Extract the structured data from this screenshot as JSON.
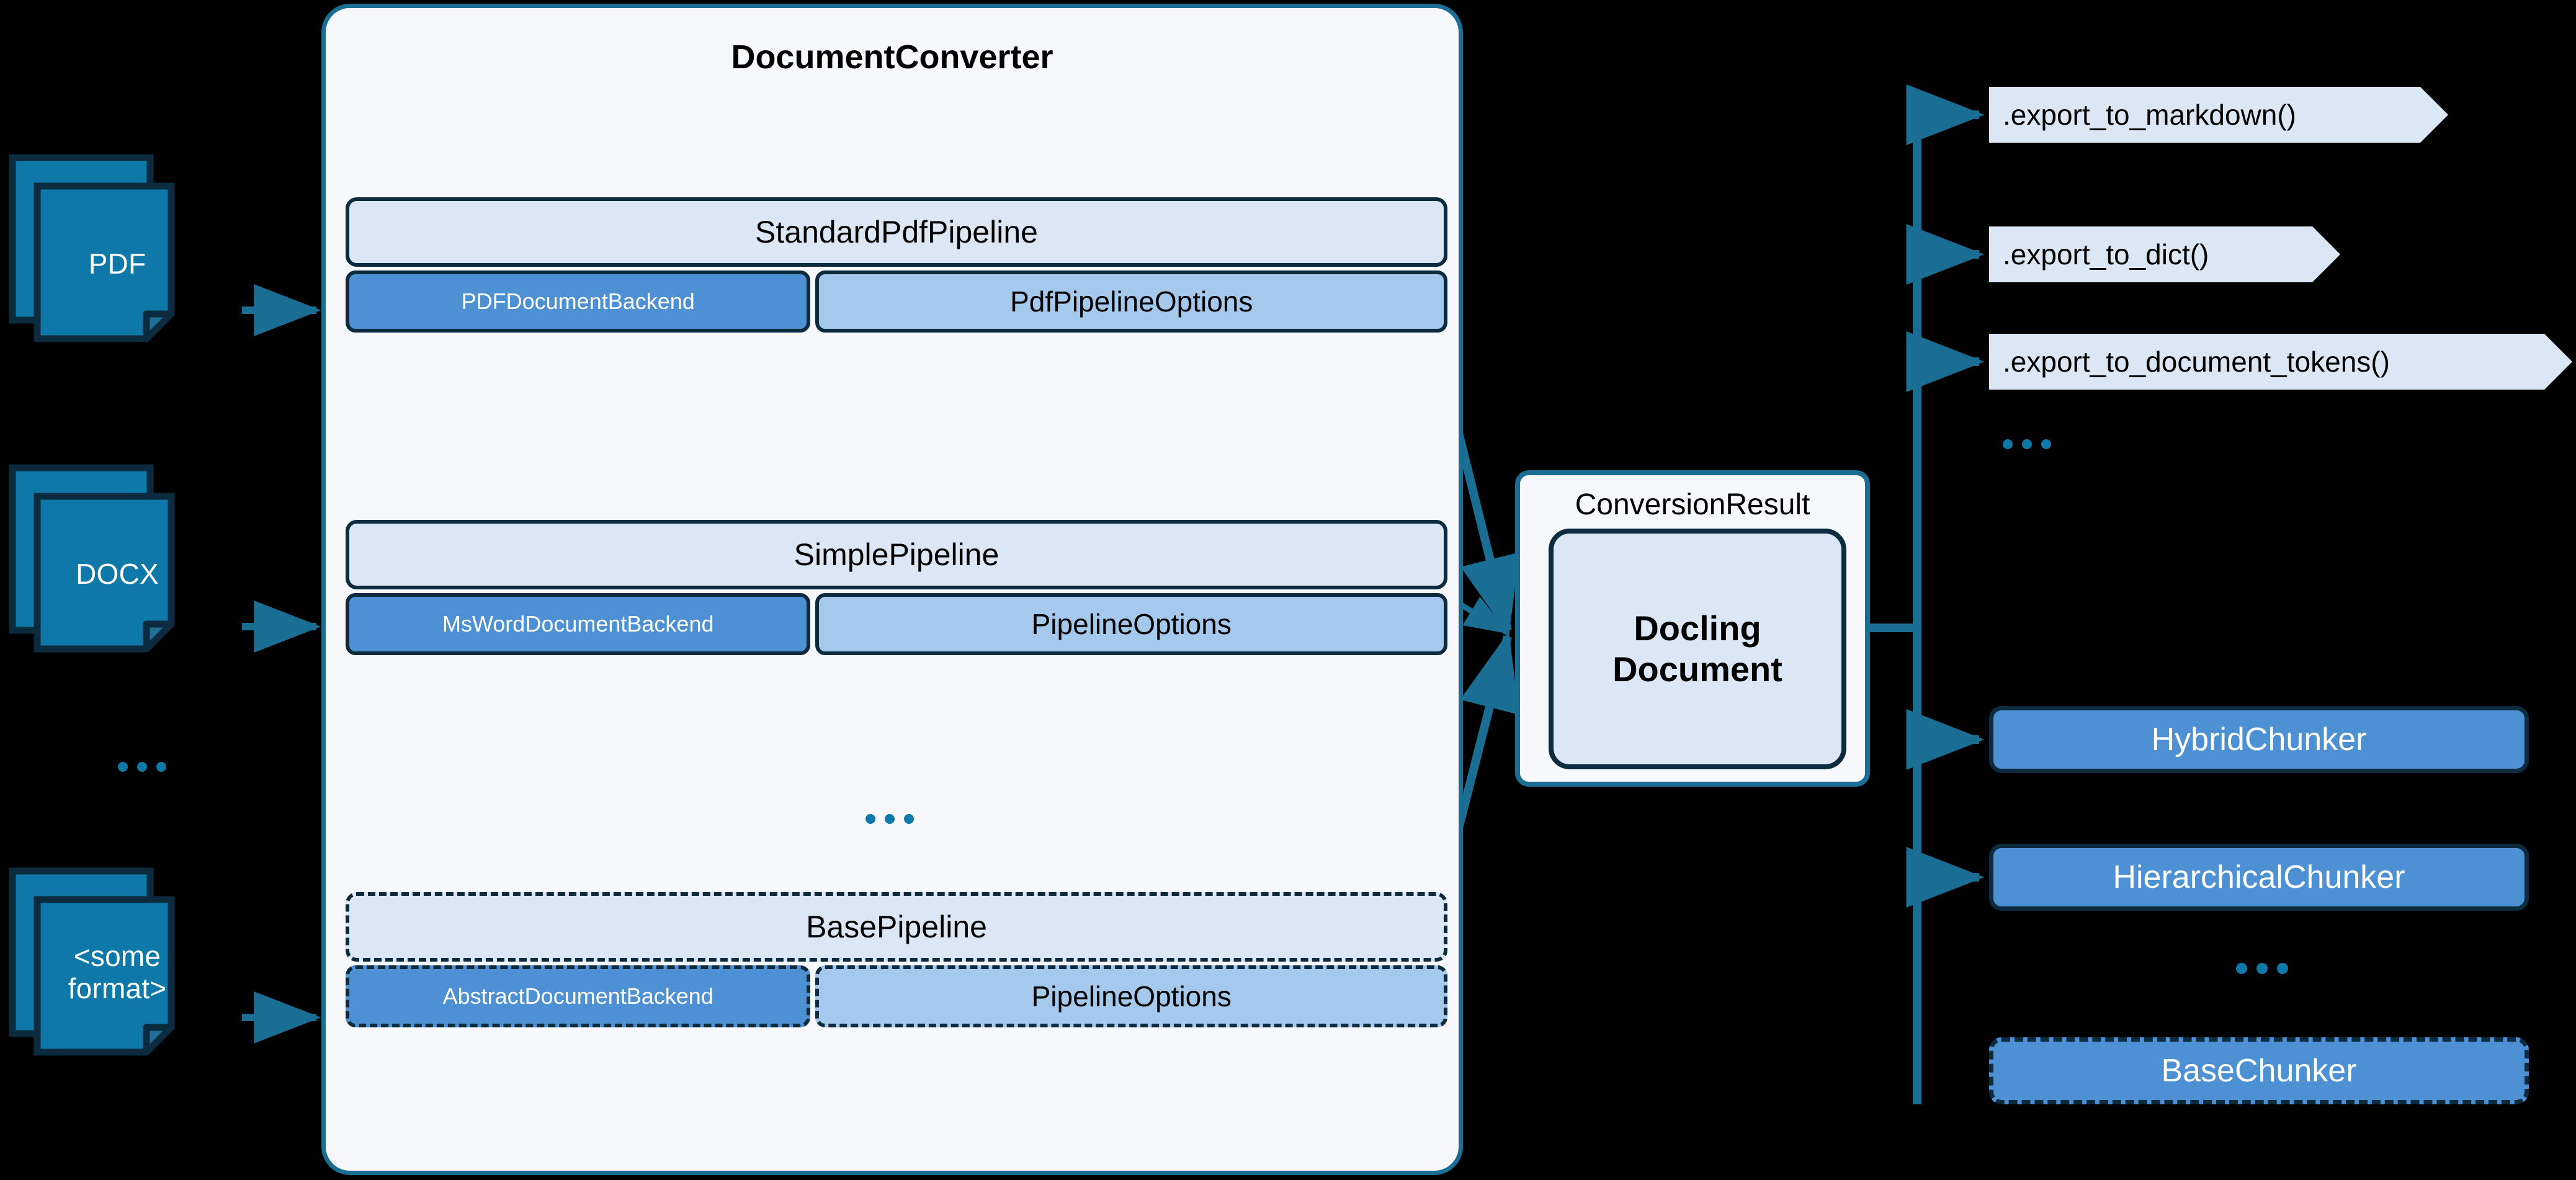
{
  "diagram": {
    "title": "Docling architecture",
    "colors": {
      "background": "#000000",
      "converter_fill": "#f7f8fc",
      "converter_border": "#1a6e94",
      "pipeline_fill": "#dbe7f5",
      "backend_fill": "#4e90d4",
      "options_fill": "#a5c9ec",
      "doc_icon_fill": "#0e79a8",
      "dark_outline": "#0d2b3e",
      "arrow": "#1a6e94",
      "ellipsis": "#0e79a8"
    }
  },
  "inputs": {
    "items": [
      {
        "label": "PDF",
        "icon": "document-stack-icon"
      },
      {
        "label": "DOCX",
        "icon": "document-stack-icon"
      },
      {
        "label": "<some\nformat>",
        "icon": "document-stack-icon"
      }
    ],
    "ellipsis": "..."
  },
  "converter": {
    "title": "DocumentConverter",
    "ellipsis": "...",
    "pipelines": [
      {
        "name": "StandardPdfPipeline",
        "backend": "PDFDocumentBackend",
        "options": "PdfPipelineOptions",
        "abstract": false
      },
      {
        "name": "SimplePipeline",
        "backend": "MsWordDocumentBackend",
        "options": "PipelineOptions",
        "abstract": false
      },
      {
        "name": "BasePipeline",
        "backend": "AbstractDocumentBackend",
        "options": "PipelineOptions",
        "abstract": true
      }
    ]
  },
  "result": {
    "title": "ConversionResult",
    "document": "Docling\nDocument"
  },
  "exports": {
    "items": [
      {
        "label": ".export_to_markdown()"
      },
      {
        "label": ".export_to_dict()"
      },
      {
        "label": ".export_to_document_tokens()"
      }
    ],
    "ellipsis": "..."
  },
  "chunkers": {
    "items": [
      {
        "label": "HybridChunker",
        "abstract": false
      },
      {
        "label": "HierarchicalChunker",
        "abstract": false
      },
      {
        "label": "BaseChunker",
        "abstract": true
      }
    ],
    "ellipsis": "..."
  }
}
